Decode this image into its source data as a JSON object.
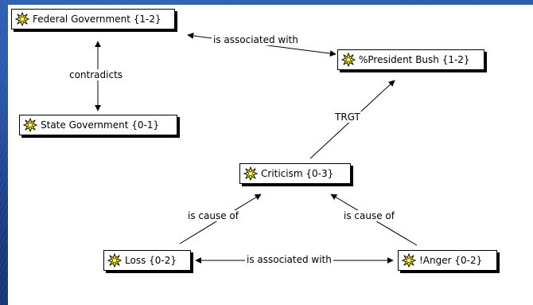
{
  "nodes": {
    "federal": "Federal Government {1-2}",
    "state": "State Government {0-1}",
    "bush": "%President Bush {1-2}",
    "criticism": "Criticism {0-3}",
    "loss": "Loss {0-2}",
    "anger": "!Anger {0-2}"
  },
  "edges": {
    "federal_bush": "is associated with",
    "federal_state": "contradicts",
    "criticism_bush": "TRGT",
    "loss_criticism": "is cause of",
    "anger_criticism": "is cause of",
    "loss_anger": "is associated with"
  },
  "icon": "concept-star-icon",
  "colors": {
    "background": "#1c3f8a",
    "node_icon_fill": "#f2e600",
    "line": "#000000"
  }
}
